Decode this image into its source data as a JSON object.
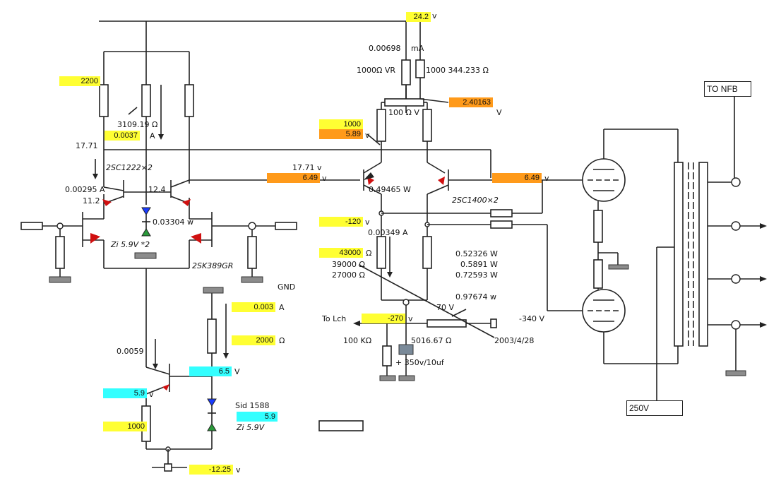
{
  "colors": {
    "yellow": "#ffff33",
    "orange": "#ff9a1a",
    "cyan": "#33ffff",
    "wire": "#222222",
    "ground": "#8c8c8c"
  },
  "boxes": {
    "supply_v": "24.2",
    "r_top_left": "2200",
    "current_0037": "0.0037",
    "v_2_40163": "2.40163",
    "r_1000": "1000",
    "v_5_89": "5.89",
    "v_6_49_left": "6.49",
    "v_6_49_right": "6.49",
    "v_neg120": "-120",
    "r_43000": "43000",
    "i_0_003": "0.003",
    "r_2000": "2000",
    "v_neg270": "-270",
    "v_6_5": "6.5",
    "v_5_9_left": "5.9",
    "r_1000_bottom": "1000",
    "v_5_9_zener": "5.9",
    "v_neg12_25": "-12.25",
    "to_nfb": "TO NFB",
    "b250v": "250V"
  },
  "labels": {
    "unit_v1": "v",
    "i_00698": "0.00698",
    "unit_ma": "mA",
    "vr_label": "1000Ω VR",
    "r_1000_344": "1000  344.233  Ω",
    "r_3109": "3109.19  Ω",
    "unit_a1": "A",
    "r_100": "100  Ω V",
    "unit_v_2401": "V",
    "unit_v_589": "v",
    "v_17_71_left": "17.71",
    "q_2sc1222": "2SC1222×2",
    "v_17_71_mid": "17.71  v",
    "unit_v_649": "v",
    "unit_v_649r": "v",
    "i_00295": "0.00295  A",
    "v_11_2": "11.2",
    "v_12_4": "12.4",
    "p_049465": "0.49465  W",
    "q_2sc1400": "2SC1400×2",
    "i_03304": "0.03304  w",
    "unit_v_120": "v",
    "i_00349": "0.00349  A",
    "zi_59_2": "Zi  5.9V *2",
    "q_2sk389": "2SK389GR",
    "unit_ohm_43": "Ω",
    "r_39000": "39000  Ω",
    "r_27000": "27000  Ω",
    "p_052326": "0.52326  W",
    "p_05891": "0.5891  W",
    "p_072593": "0.72593  W",
    "gnd": "GND",
    "unit_a_0003": "A",
    "p_097674": "0.97674  w",
    "v_70": "70  V",
    "to_lch": "To  Lch",
    "unit_v_270": "v",
    "v_neg340": "-340  V",
    "unit_ohm_2000": "Ω",
    "r_100k": "100  KΩ",
    "r_5016": "5016.67  Ω",
    "date": "2003/4/28",
    "i_0059": "0.0059",
    "cap": "+  350v/10uf",
    "unit_v_65": "V",
    "unit_v_59": "v",
    "sid": "Sid  1588",
    "zi_59": "Zi  5.9V",
    "unit_v_1225": "v"
  }
}
